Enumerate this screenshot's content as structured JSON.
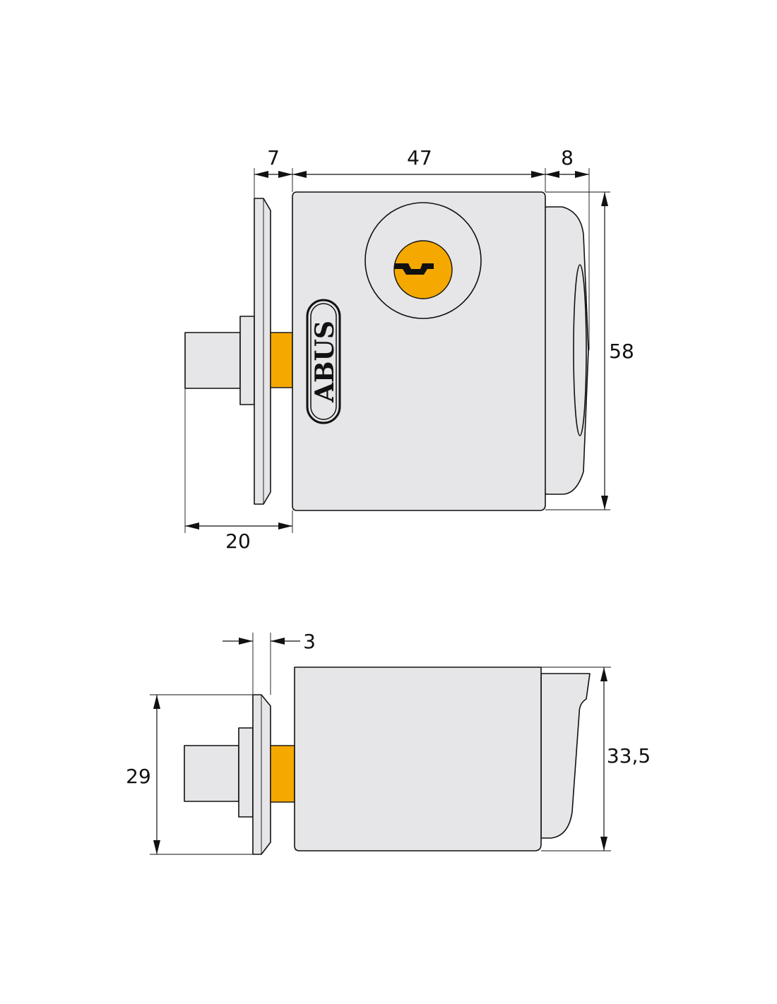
{
  "brand": {
    "logo_text": "ABUS"
  },
  "colors": {
    "body": "#e6e6e8",
    "brass": "#f5a800",
    "line": "#111111"
  },
  "front_view": {
    "dimensions": {
      "rosette_thickness": "7",
      "body_width": "47",
      "knob_depth": "8",
      "body_height": "58",
      "spindle_length": "20"
    }
  },
  "side_view": {
    "dimensions": {
      "plate_thickness": "3",
      "plate_height": "29",
      "body_depth": "33,5"
    }
  }
}
